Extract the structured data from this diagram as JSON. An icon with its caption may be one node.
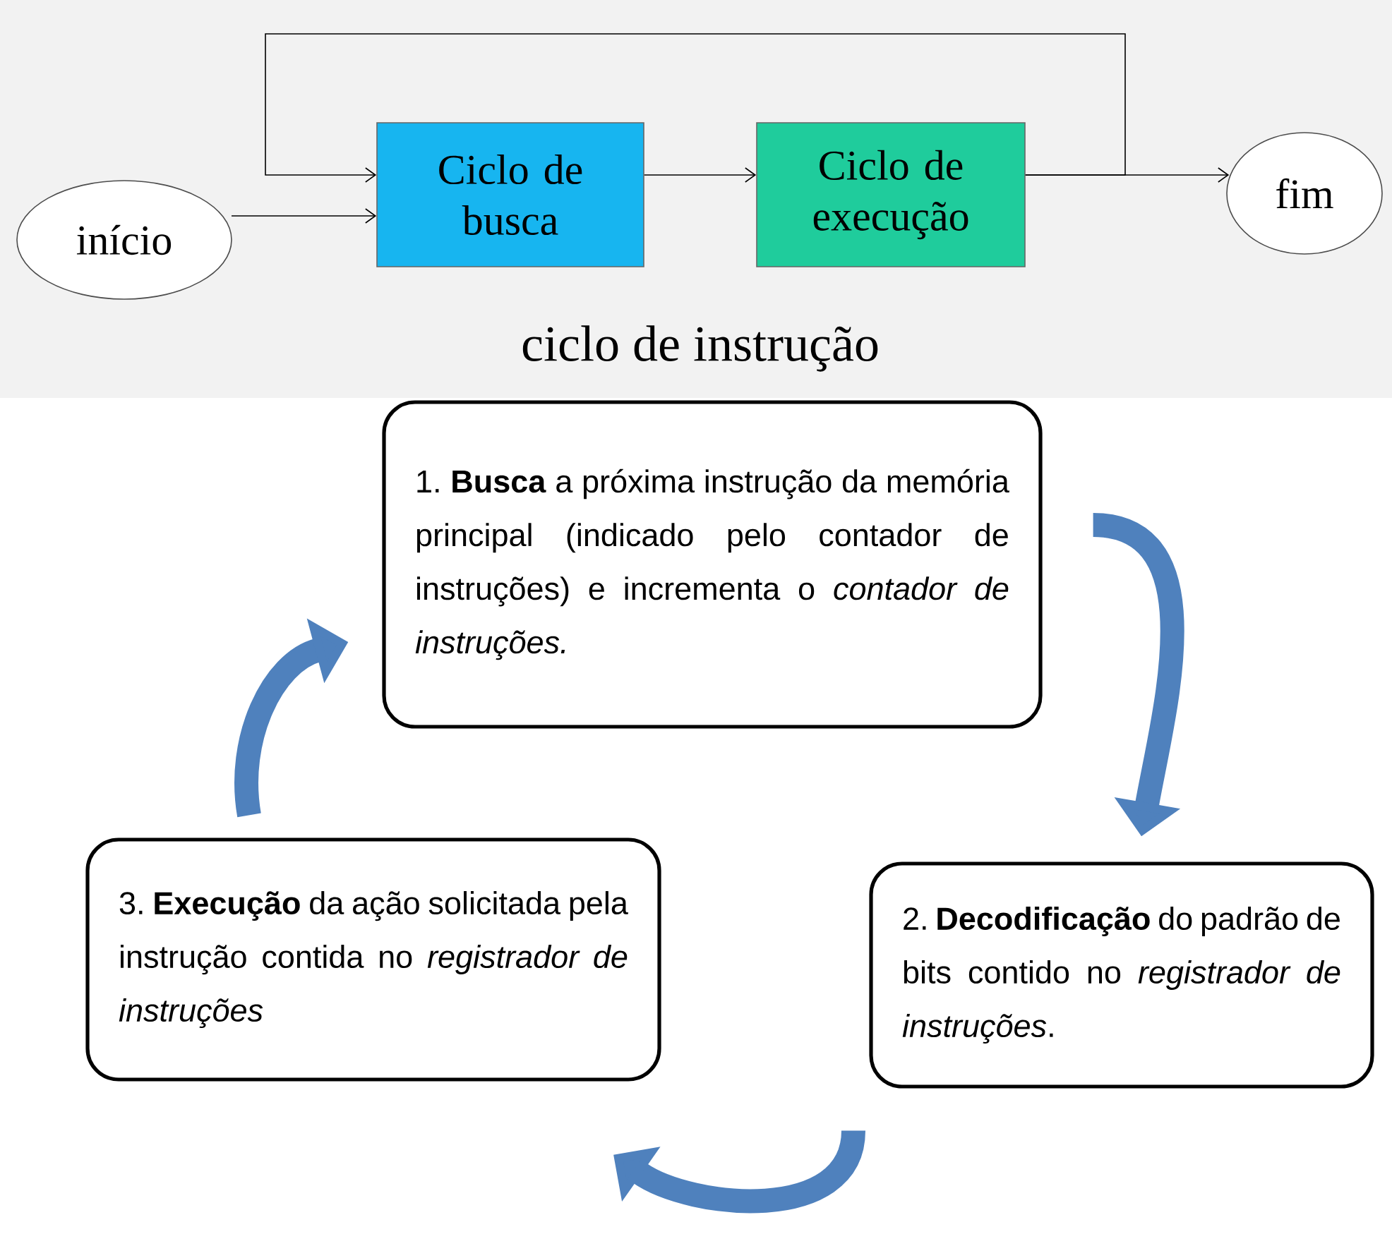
{
  "diagram": {
    "nodes": [
      {
        "text": [
          "início"
        ]
      },
      {
        "text": [
          "Ciclo de busca"
        ]
      },
      {
        "text": [
          "Ciclo de execução"
        ]
      },
      {
        "text": [
          "fim"
        ]
      },
      {
        "text": [
          "1. **Busca** a próxima instrução da memória principal (indicado pelo contador de instruções) e incrementa o *contador de instruções.*"
        ]
      },
      {
        "text": [
          "2. **Decodificação** do padrão de bits contido no *registrador de instruções*."
        ]
      },
      {
        "text": [
          "3. **Execução** da ação solicitada pela instrução contida no *registrador de instruções*"
        ]
      }
    ],
    "edges": [
      {
        "from": 0,
        "to": 1,
        "arrow": "to"
      },
      {
        "from": 1,
        "to": 2,
        "arrow": "to"
      },
      {
        "from": 2,
        "to": 3,
        "arrow": "to"
      },
      {
        "from": 2,
        "to": 1,
        "arrow": "to"
      },
      {
        "from": 4,
        "to": 5,
        "arrow": "to",
        "style": "thick",
        "color": "#4f81bd"
      },
      {
        "from": 5,
        "to": 6,
        "arrow": "to",
        "style": "thick",
        "color": "#4f81bd"
      },
      {
        "from": 6,
        "to": 4,
        "arrow": "to",
        "style": "thick",
        "color": "#4f81bd"
      }
    ],
    "labels": [
      "ciclo de instrução"
    ]
  }
}
